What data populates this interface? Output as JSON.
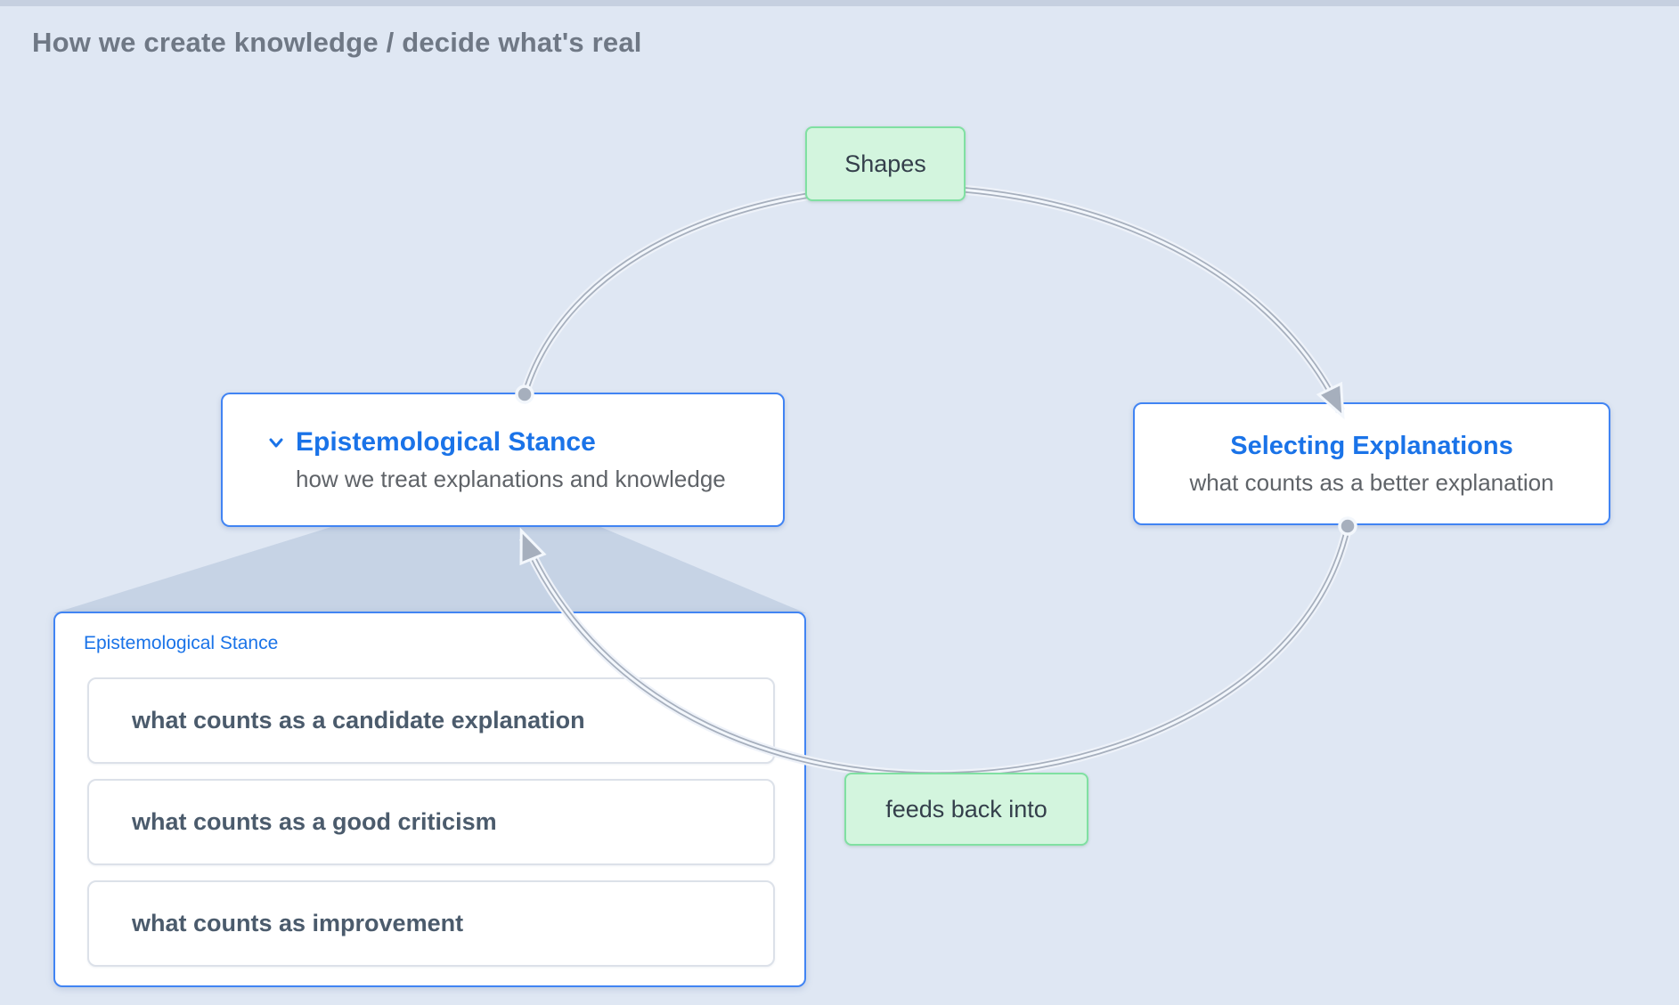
{
  "page": {
    "title": "How we create knowledge / decide what's real"
  },
  "nodes": {
    "epistemological": {
      "title": "Epistemological Stance",
      "subtitle": "how we treat explanations and knowledge"
    },
    "selecting": {
      "title": "Selecting Explanations",
      "subtitle": "what counts as a better explanation"
    }
  },
  "edges": {
    "shapes_label": "Shapes",
    "feeds_label": "feeds back into"
  },
  "panel": {
    "header": "Epistemological Stance",
    "items": [
      "what counts as a candidate explanation",
      "what counts as a good criticism",
      "what counts as improvement"
    ]
  },
  "colors": {
    "background": "#dfe7f3",
    "node_border_blue": "#4184f3",
    "node_title_blue": "#1a73e8",
    "subtitle_gray": "#5f6368",
    "green_fill": "#d3f5de",
    "green_border": "#80e0a2",
    "connector_gray": "#a6afbd",
    "item_text": "#4b5b6c"
  }
}
